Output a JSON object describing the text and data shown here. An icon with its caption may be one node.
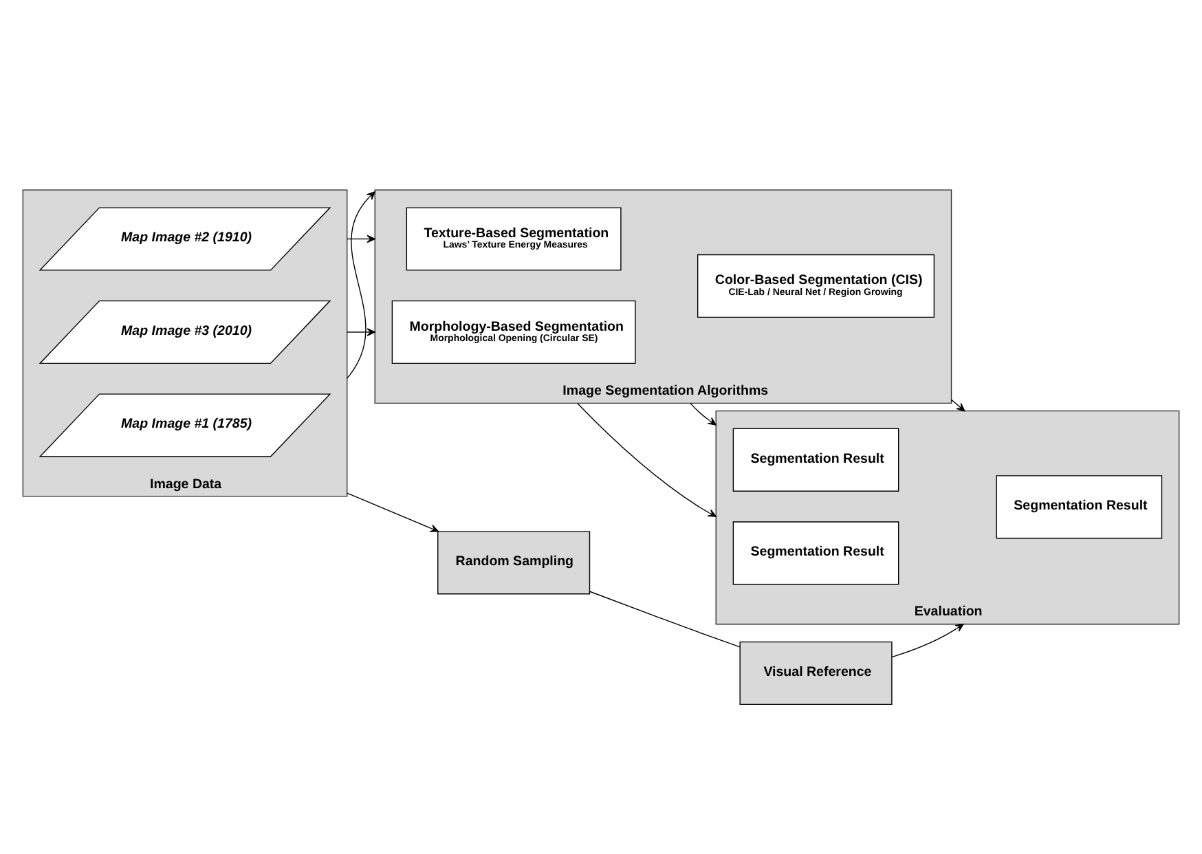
{
  "diagram": {
    "nodes": [
      {
        "text": [
          "Image Data"
        ]
      },
      {
        "text": [
          "Map Image #1 (1785)"
        ],
        "in": 0
      },
      {
        "text": [
          "Map Image #2 (1910)"
        ],
        "in": 0
      },
      {
        "text": [
          "Map Image #3 (2010)"
        ],
        "in": 0
      },
      {
        "text": [
          "Image Segmentation Algorithms"
        ]
      },
      {
        "text": [
          "Color-Based Segmentation (CIS)",
          "CIE-Lab / Neural Net / Region Growing"
        ],
        "in": 4
      },
      {
        "text": [
          "Texture-Based Segmentation",
          "Laws’ Texture Energy Measures"
        ],
        "in": 4
      },
      {
        "text": [
          "Morphology-Based Segmentation",
          "Morphological Opening (Circular SE)"
        ],
        "in": 4
      },
      {
        "text": [
          "Evaluation"
        ]
      },
      {
        "text": [
          "Segmentation Result"
        ],
        "in": 8
      },
      {
        "text": [
          "Segmentation Result"
        ],
        "in": 8
      },
      {
        "text": [
          "Segmentation Result"
        ],
        "in": 8
      },
      {
        "text": [
          "Random Sampling"
        ]
      },
      {
        "text": [
          "Visual Reference"
        ]
      }
    ],
    "edges": [
      {
        "from": 0,
        "to": 4,
        "arrow": "to"
      },
      {
        "from": 0,
        "to": 4,
        "arrow": "to"
      },
      {
        "from": 0,
        "to": 4,
        "arrow": "to"
      },
      {
        "from": 4,
        "to": 8,
        "arrow": "to"
      },
      {
        "from": 4,
        "to": 8,
        "arrow": "to"
      },
      {
        "from": 4,
        "to": 8,
        "arrow": "to"
      },
      {
        "from": 0,
        "to": 12,
        "arrow": "to"
      },
      {
        "from": 12,
        "to": 13,
        "arrow": "none"
      },
      {
        "from": 13,
        "to": 8,
        "arrow": "to"
      }
    ]
  }
}
